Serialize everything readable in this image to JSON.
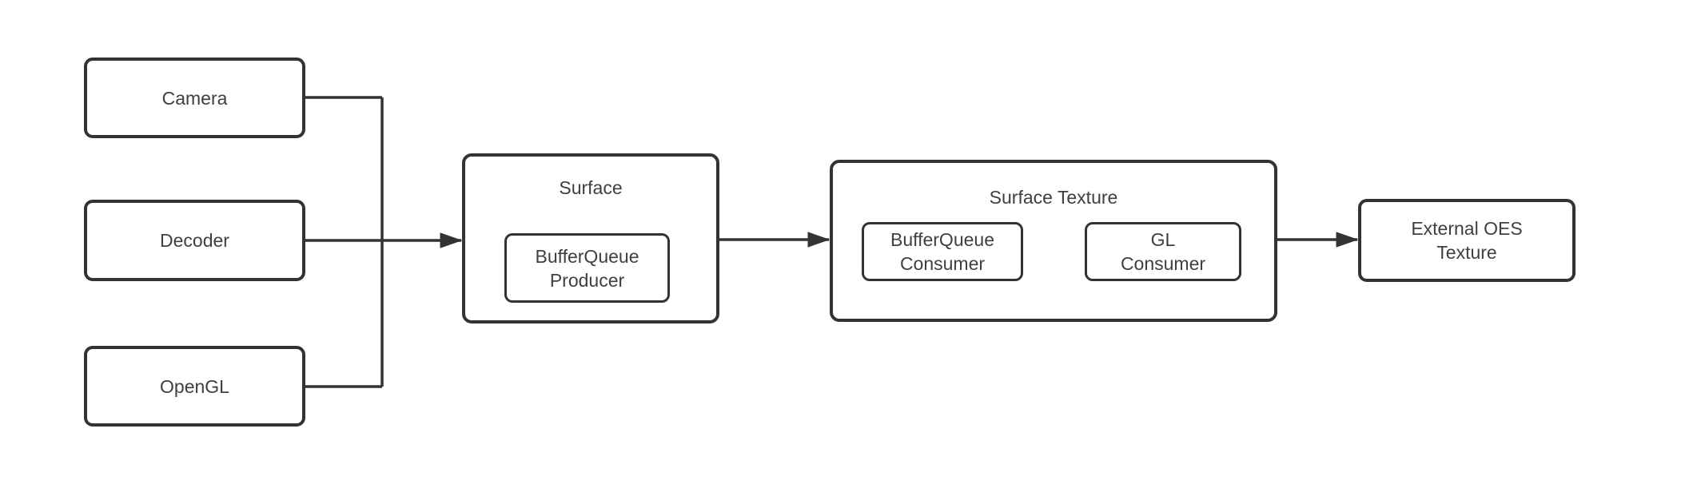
{
  "diagram": {
    "colors": {
      "stroke": "#333333",
      "text": "#3f3f3f",
      "background": "#ffffff"
    },
    "sources": {
      "camera": {
        "label": "Camera"
      },
      "decoder": {
        "label": "Decoder"
      },
      "opengl": {
        "label": "OpenGL"
      }
    },
    "surface": {
      "title": "Surface",
      "producer": {
        "label": "BufferQueue\nProducer"
      }
    },
    "surface_texture": {
      "title": "Surface Texture",
      "bufferqueue_consumer": {
        "label": "BufferQueue\nConsumer"
      },
      "gl_consumer": {
        "label": "GL\nConsumer"
      }
    },
    "output": {
      "external_oes": {
        "label": "External OES\nTexture"
      }
    }
  }
}
